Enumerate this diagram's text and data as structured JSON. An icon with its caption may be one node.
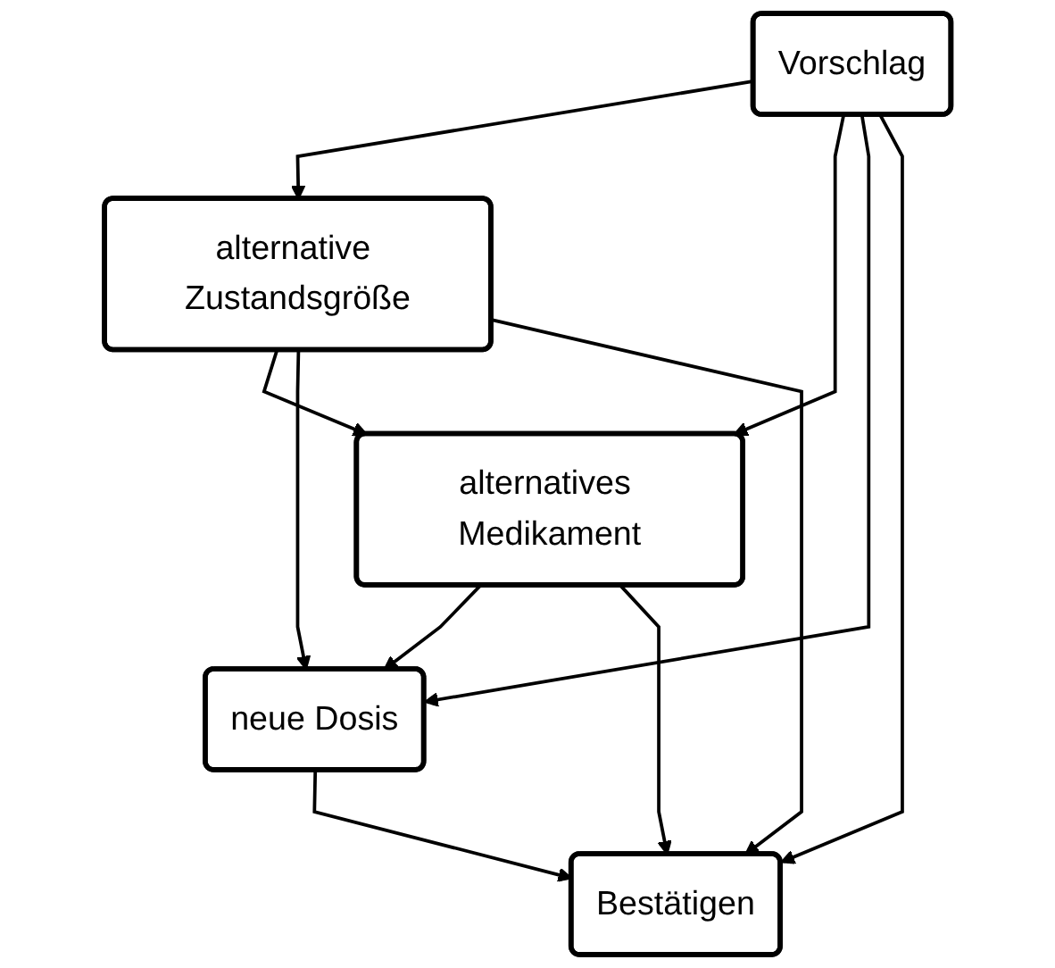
{
  "diagram": {
    "nodes": [
      {
        "text": [
          "Vorschlag"
        ]
      },
      {
        "text": [
          "alternative Zustandsgröße"
        ]
      },
      {
        "text": [
          "alternatives Medikament"
        ]
      },
      {
        "text": [
          "neue Dosis"
        ]
      },
      {
        "text": [
          "Bestätigen"
        ]
      }
    ],
    "edges": [
      {
        "from": 0,
        "to": 1,
        "arrow": "to"
      },
      {
        "from": 1,
        "to": 2,
        "arrow": "to"
      },
      {
        "from": 2,
        "to": 3,
        "arrow": "to"
      },
      {
        "from": 3,
        "to": 4,
        "arrow": "to"
      },
      {
        "from": 0,
        "to": 2,
        "arrow": "to"
      },
      {
        "from": 0,
        "to": 3,
        "arrow": "to"
      },
      {
        "from": 0,
        "to": 4,
        "arrow": "to"
      },
      {
        "from": 1,
        "to": 3,
        "arrow": "to"
      },
      {
        "from": 1,
        "to": 4,
        "arrow": "to"
      },
      {
        "from": 2,
        "to": 4,
        "arrow": "to"
      }
    ]
  }
}
